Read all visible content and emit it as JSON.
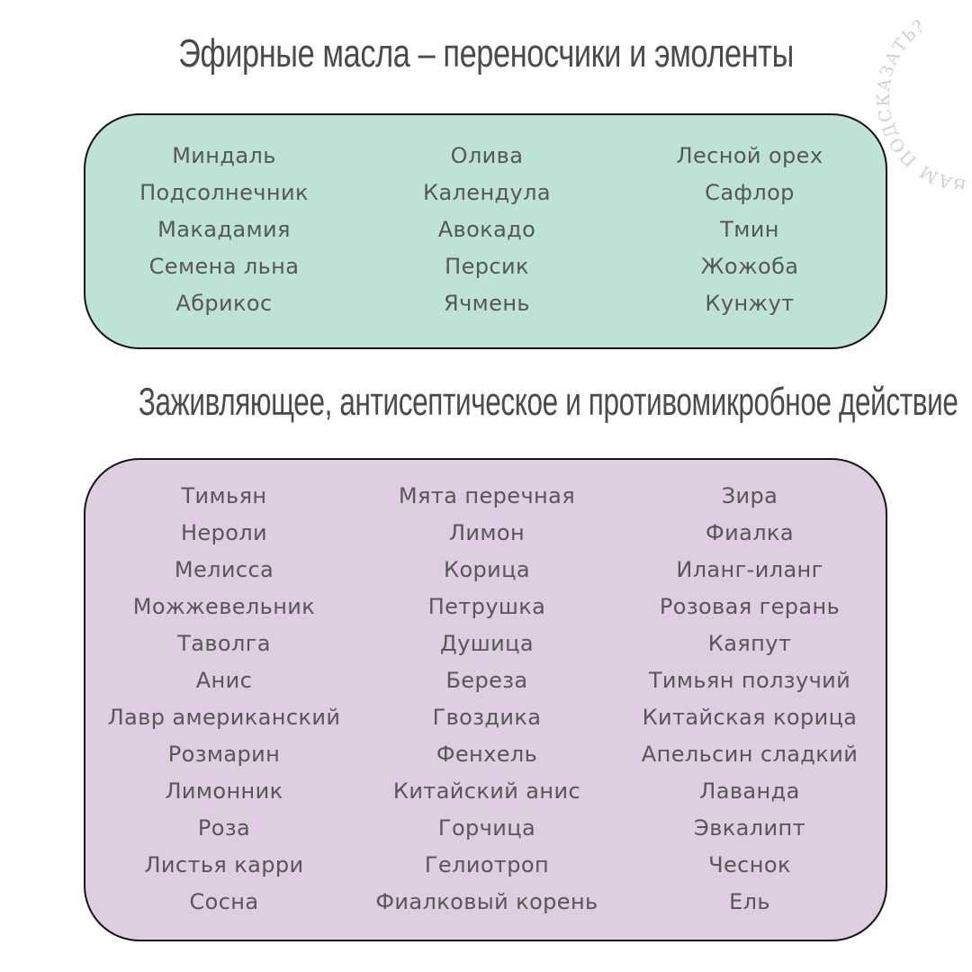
{
  "section1": {
    "title": "Эфирные масла – переносчики и эмоленты",
    "columns": [
      [
        "Миндаль",
        "Подсолнечник",
        "Макадамия",
        "Семена льна",
        "Абрикос"
      ],
      [
        "Олива",
        "Календула",
        "Авокадо",
        "Персик",
        "Ячмень"
      ],
      [
        "Лесной орех",
        "Сафлор",
        "Тмин",
        "Жожоба",
        "Кунжут"
      ]
    ],
    "background_color": "#bee3d4"
  },
  "section2": {
    "title": "Заживляющее, антисептическое и противомикробное действие",
    "columns": [
      [
        "Тимьян",
        "Нероли",
        "Мелисса",
        "Можжевельник",
        "Таволга",
        "Анис",
        "Лавр американский",
        "Розмарин",
        "Лимонник",
        "Роза",
        "Листья карри",
        "Сосна"
      ],
      [
        "Мята перечная",
        "Лимон",
        "Корица",
        "Петрушка",
        "Душица",
        "Береза",
        "Гвоздика",
        "Фенхель",
        "Китайский анис",
        "Горчица",
        "Гелиотроп",
        "Фиалковый корень"
      ],
      [
        "Зира",
        "Фиалка",
        "Иланг-иланг",
        "Розовая герань",
        "Каяпут",
        "Тимьян ползучий",
        "Китайская корица",
        "Апельсин сладкий",
        "Лаванда",
        "Эвкалипт",
        "Чеснок",
        "Ель"
      ]
    ],
    "background_color": "#dfcde1"
  },
  "stamp": {
    "text": "ВАМ ПОДСКАЗАТЬ?"
  }
}
